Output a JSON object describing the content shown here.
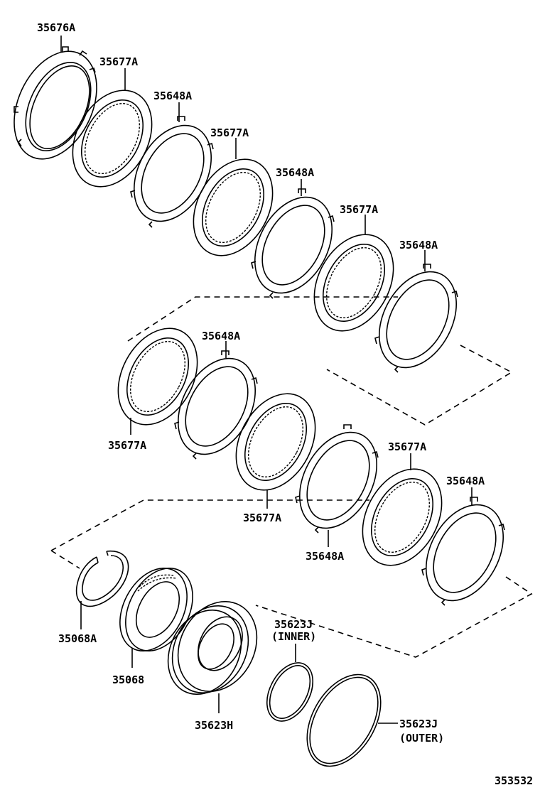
{
  "parts": {
    "p01": "35676A",
    "p02": "35677A",
    "p03": "35648A",
    "p04": "35677A",
    "p05": "35648A",
    "p06": "35677A",
    "p07": "35648A",
    "p08": "35677A",
    "p09": "35648A",
    "p10": "35677A",
    "p11": "35648A",
    "p12": "35677A",
    "p13": "35648A",
    "p14": "35068A",
    "p15": "35068",
    "p16": "35623H",
    "p17": "35623J",
    "p17_note": "(INNER)",
    "p18": "35623J",
    "p18_note": "(OUTER)"
  },
  "diagram_id": "353532"
}
